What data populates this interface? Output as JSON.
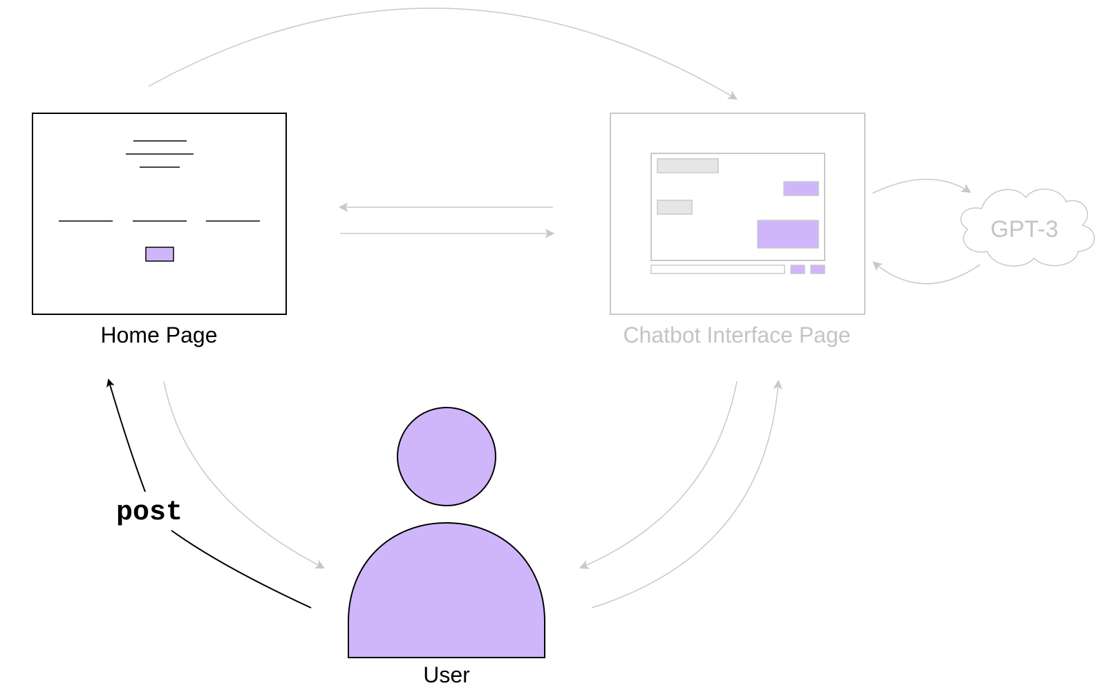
{
  "labels": {
    "home_page": "Home Page",
    "chatbot_page": "Chatbot Interface Page",
    "gpt": "GPT-3",
    "user": "User",
    "post": "post"
  },
  "colors": {
    "active": "#000000",
    "faded": "#c8c8c8",
    "faded_text": "#c4c4c4",
    "accent": "#cfb6fb",
    "faded_fill": "#e6e6e6"
  }
}
